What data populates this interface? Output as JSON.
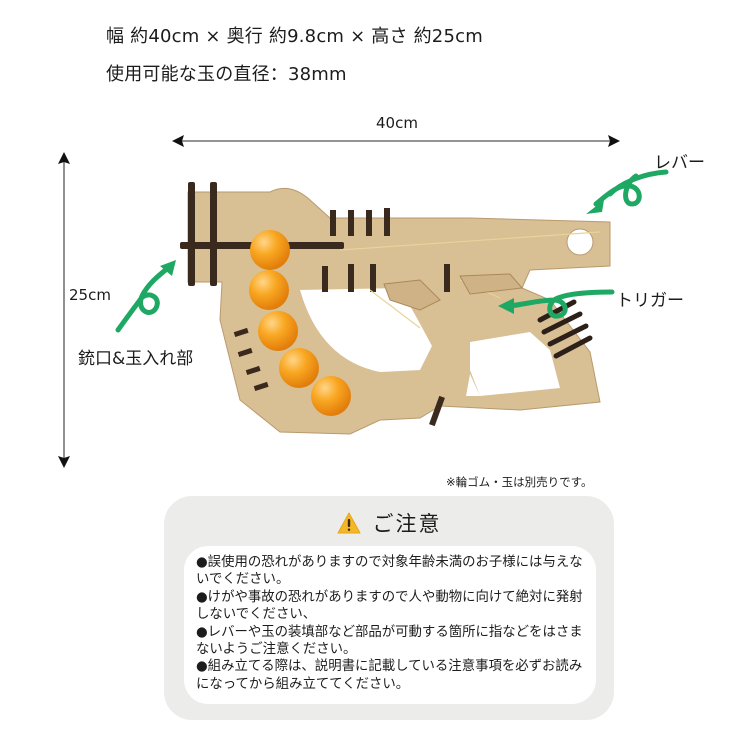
{
  "specs": {
    "dimensions": "幅 約40cm × 奥行 約9.8cm × 高さ 約25cm",
    "ball_diameter": "使用可能な玉の直径：38mm"
  },
  "diagram": {
    "width_label": "40cm",
    "height_label": "25cm",
    "callouts": {
      "lever": "レバー",
      "trigger": "トリガー",
      "muzzle": "銃口&玉入れ部"
    },
    "sold_separately_note": "※輪ゴム・玉は別売りです。",
    "ball_count": 5
  },
  "caution": {
    "icon": "warning-icon",
    "title": "ご注意",
    "items": [
      "●誤使用の恐れがありますので対象年齢未満のお子様には与えないでください。",
      "●けがや事故の恐れがありますので人や動物に向けて絶対に発射しないでください、",
      "●レバーや玉の装填部など部品が可動する箇所に指などをはさまないようご注意ください。",
      "●組み立てる際は、説明書に記載している注意事項を必ずお読みになってから組み立ててください。"
    ]
  },
  "colors": {
    "arrow_green": "#1fa863",
    "wood": "#d9bf94",
    "wood_dark": "#3a2a1e",
    "ball_orange": "#f7a21a",
    "panel_bg": "#ecedea",
    "warning_yellow": "#f5b72a"
  }
}
